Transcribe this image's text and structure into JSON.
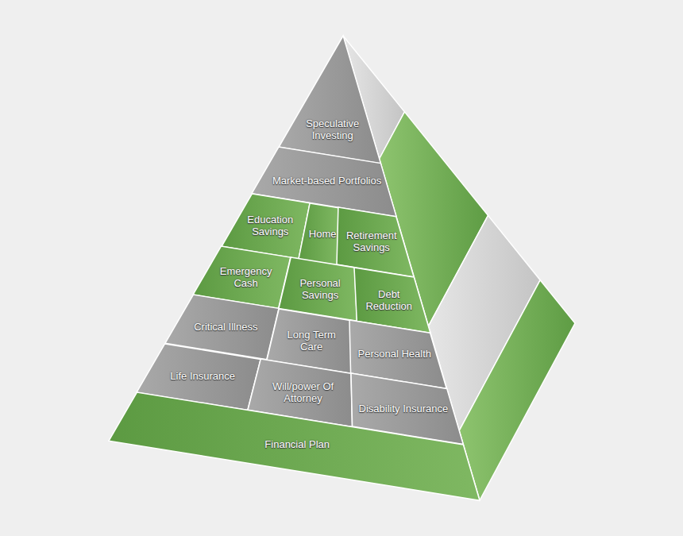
{
  "diagram": {
    "nodes": [
      {
        "text": [
          "Speculative Investing"
        ]
      },
      {
        "text": [
          "Market-based Portfolios"
        ]
      },
      {
        "text": [
          "Education Savings"
        ]
      },
      {
        "text": [
          "Home"
        ]
      },
      {
        "text": [
          "Retirement Savings"
        ]
      },
      {
        "text": [
          "Emergency Cash"
        ]
      },
      {
        "text": [
          "Personal Savings"
        ]
      },
      {
        "text": [
          "Debt Reduction"
        ]
      },
      {
        "text": [
          "Critical Illness"
        ]
      },
      {
        "text": [
          "Long Term Care"
        ]
      },
      {
        "text": [
          "Personal Health"
        ]
      },
      {
        "text": [
          "Life Insurance"
        ]
      },
      {
        "text": [
          "Will/power Of Attorney"
        ]
      },
      {
        "text": [
          "Disability Insurance"
        ]
      },
      {
        "text": [
          "Financial Plan"
        ]
      }
    ]
  }
}
